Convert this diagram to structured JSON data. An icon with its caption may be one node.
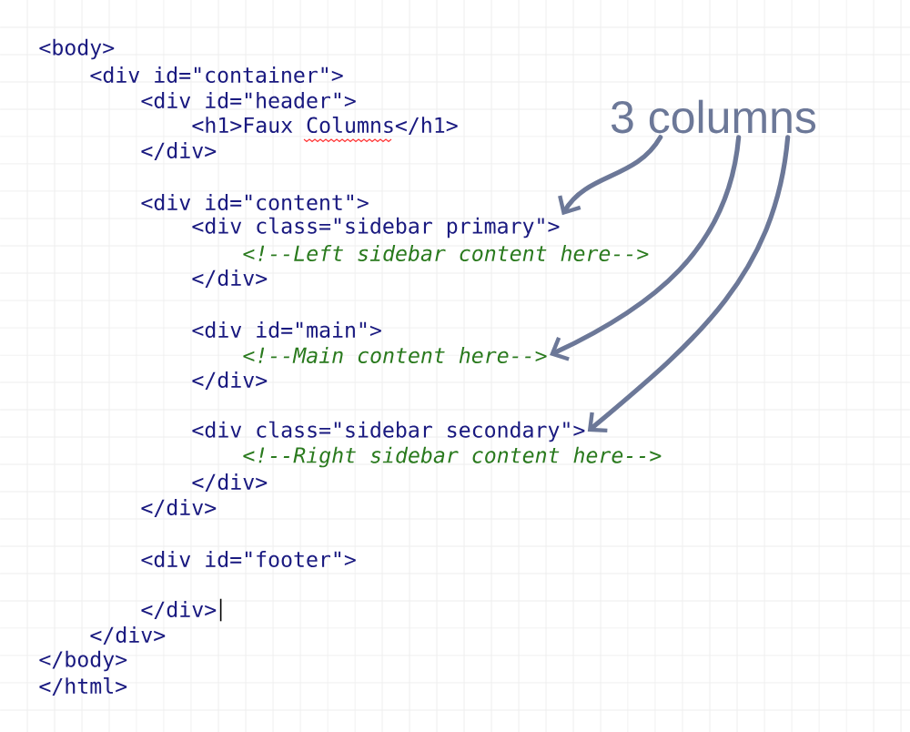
{
  "diagram": {
    "nodes": [
      {
        "text": [
          "3 columns"
        ]
      },
      {
        "text": [
          "<div class=\"sidebar primary\">"
        ]
      },
      {
        "text": [
          "<!--Main content here-->"
        ]
      },
      {
        "text": [
          "<div class=\"sidebar secondary\">"
        ]
      }
    ],
    "edges": [
      {
        "from": 0,
        "to": 1,
        "arrow": "to"
      },
      {
        "from": 0,
        "to": 2,
        "arrow": "to"
      },
      {
        "from": 0,
        "to": 3,
        "arrow": "to"
      }
    ],
    "labels": [
      "<body>",
      "<div id=\"container\">",
      "<div id=\"header\">",
      "<h1>Faux Columns</h1>",
      "</div>",
      "<div id=\"content\">",
      "<!--Left sidebar content here-->",
      "</div>",
      "<div id=\"main\">",
      "</div>",
      "<!--Right sidebar content here-->",
      "</div>",
      "</div>",
      "<div id=\"footer\">",
      "</div>",
      "</div>",
      "</body>",
      "</html>"
    ]
  }
}
